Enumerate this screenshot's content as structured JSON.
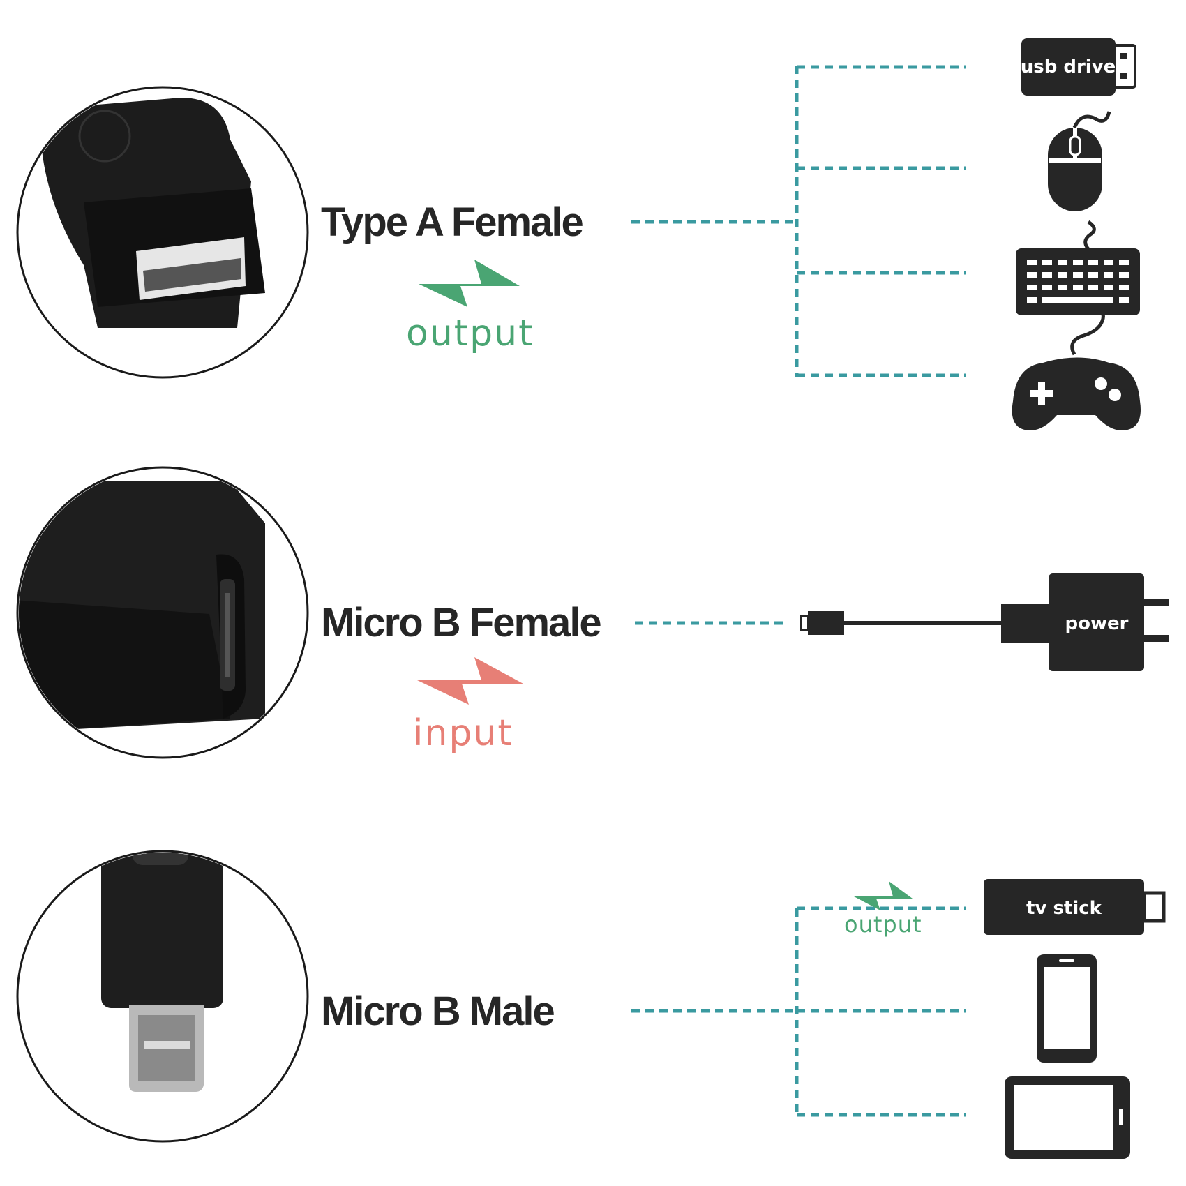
{
  "colors": {
    "connector_line": "#3a9aa0",
    "output": "#4aa573",
    "input": "#e77f76",
    "label": "#262626",
    "device": "#262626"
  },
  "rows": [
    {
      "label": "Type A Female",
      "direction": "output",
      "direction_color": "output",
      "connector_icon": "usb-type-a-female-photo",
      "devices": [
        {
          "name": "usb-drive-icon",
          "label": "usb drive"
        },
        {
          "name": "mouse-icon",
          "label": ""
        },
        {
          "name": "keyboard-icon",
          "label": ""
        },
        {
          "name": "gamepad-icon",
          "label": ""
        }
      ]
    },
    {
      "label": "Micro B Female",
      "direction": "input",
      "direction_color": "input",
      "connector_icon": "micro-usb-female-photo",
      "devices": [
        {
          "name": "power-adapter-icon",
          "label": "power"
        }
      ]
    },
    {
      "label": "Micro B Male",
      "direction": "output",
      "direction_color": "output",
      "connector_icon": "micro-usb-male-photo",
      "devices": [
        {
          "name": "tv-stick-icon",
          "label": "tv stick"
        },
        {
          "name": "smartphone-icon",
          "label": ""
        },
        {
          "name": "tablet-icon",
          "label": ""
        }
      ]
    }
  ]
}
